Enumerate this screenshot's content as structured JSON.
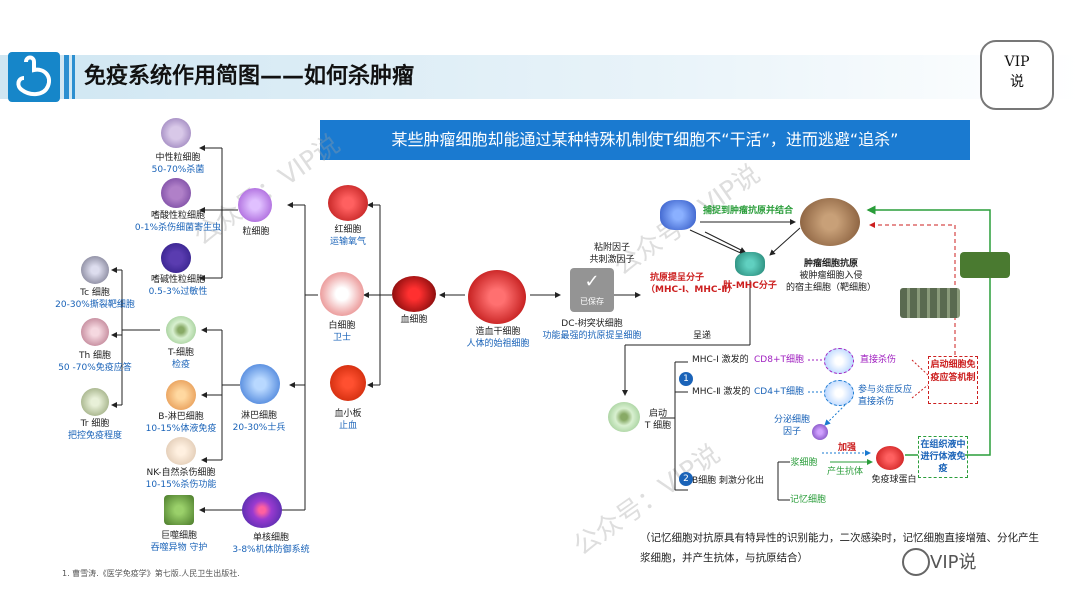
{
  "header": {
    "title": "免疫系统作用简图——如何杀肿瘤",
    "badge_line1": "VIP",
    "badge_line2": "说"
  },
  "banner": "某些肿瘤细胞却能通过某种特殊机制使T细胞不“干活”，进而逃避“追杀”",
  "cells": {
    "neutrophil": {
      "name": "中性粒细胞",
      "desc": "50-70%杀菌"
    },
    "eosinophil": {
      "name": "嗜酸性粒细胞",
      "desc": "0-1%杀伤细菌寄生虫"
    },
    "basophil": {
      "name": "嗜碱性粒细胞",
      "desc": "0.5-3%过敏性"
    },
    "granulocyte": {
      "name": "粒细胞"
    },
    "tc": {
      "name": "Tc 细胞",
      "desc": "20-30%撕裂靶细胞"
    },
    "th": {
      "name": "Th 细胞",
      "desc": "50 -70%免疫应答"
    },
    "tr": {
      "name": "Tr 细胞",
      "desc": "把控免疫程度"
    },
    "tcell": {
      "name": "T-细胞",
      "desc": "检疫"
    },
    "bcell": {
      "name": "B-淋巴细胞",
      "desc": "10-15%体液免疫"
    },
    "nk": {
      "name": "NK-自然杀伤细胞",
      "desc": "10-15%杀伤功能"
    },
    "macrophage": {
      "name": "巨噬细胞",
      "desc": "吞噬异物 守护"
    },
    "lymphocyte": {
      "name": "淋巴细胞",
      "desc": "20-30%士兵"
    },
    "monocyte": {
      "name": "单核细胞",
      "desc": "3-8%机体防御系统"
    },
    "rbc": {
      "name": "红细胞",
      "desc": "运输氧气"
    },
    "wbc": {
      "name": "白细胞",
      "desc": "卫士"
    },
    "platelet": {
      "name": "血小板",
      "desc": "止血"
    },
    "bloodcell": {
      "name": "血细胞"
    },
    "stemcell": {
      "name": "造血干细胞",
      "desc": "人体的始祖细胞"
    },
    "dc": {
      "name": "DC-树突状细胞",
      "desc": "功能最强的抗原提呈细胞"
    },
    "apc": {
      "name": "抗原提呈分子",
      "desc": "（MHC-Ⅰ、MHC-Ⅱ）"
    },
    "peptide": {
      "name": "肽-MHC分子"
    },
    "tumor": {
      "name": "肿瘤细胞抗原",
      "desc1": "被肿瘤细胞入侵",
      "desc2": "的宿主细胞（靶细胞）"
    },
    "tcell2": {
      "name": "启动",
      "desc": "T 细胞"
    }
  },
  "flow": {
    "adhesion": "粘附因子",
    "costim": "共刺激因子",
    "capture": "捕捉到肿瘤抗原并结合",
    "present": "呈递",
    "mhc1": "MHC-Ⅰ 激发的",
    "cd8": "CD8+T细胞",
    "direct_kill": "直接杀伤",
    "mhc2": "MHC-Ⅱ 激发的",
    "cd4": "CD4+T细胞",
    "inflam": "参与炎症反应直接杀伤",
    "secrete": "分泌细胞因子",
    "strengthen": "加强",
    "plasma": "浆细胞",
    "antibody": "产生抗体",
    "immunoglobulin": "免疫球蛋白",
    "bcell_line": "B细胞 刺激分化出",
    "memory": "记忆细胞",
    "start_box": "启动细胞免疫应答机制",
    "tissue_box": "在组织液中进行体液免疫",
    "num1": "1",
    "num2": "2",
    "saved": "已保存"
  },
  "memo": "（记忆细胞对抗原具有特异性的识别能力，二次感染时，记忆细胞直接增殖、分化产生浆细胞，并产生抗体，与抗原结合）",
  "footnote": "1. 曹雪涛.《医学免疫学》第七版.人民卫生出版社.",
  "brand": "VIP说",
  "watermark": "公众号：VIP说",
  "colors": {
    "accent": "#1a7ad0",
    "sub_text": "#1a63b8",
    "red": "#cc1f1f",
    "green": "#2a9d3a",
    "purple": "#a020c0"
  }
}
